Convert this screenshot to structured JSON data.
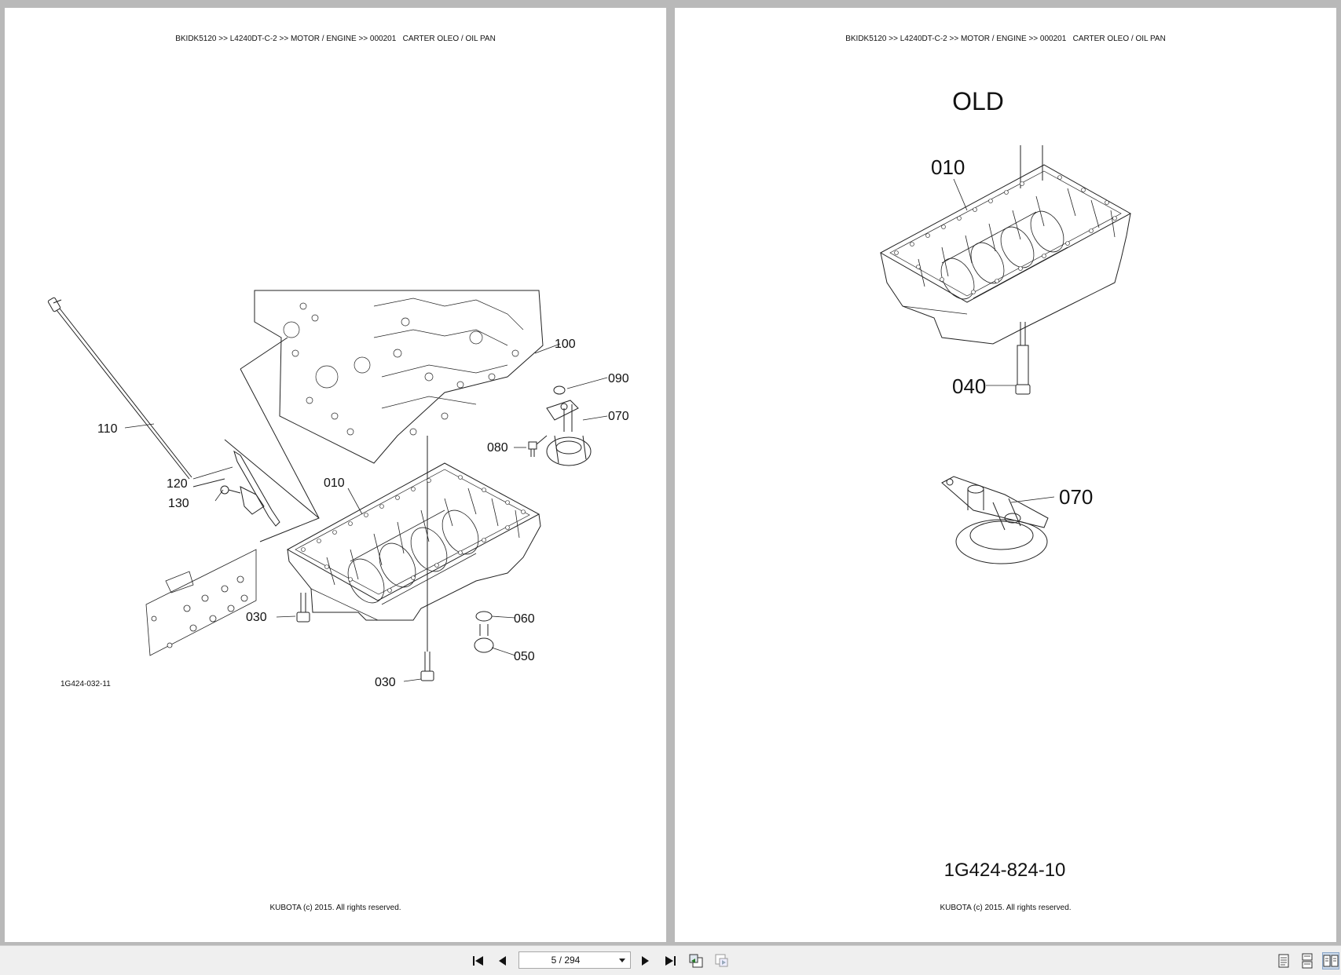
{
  "pages": [
    {
      "breadcrumb": "BKIDK5120 >> L4240DT-C-2 >> MOTOR / ENGINE >> 000201   CARTER OLEO / OIL PAN",
      "copyright": "KUBOTA (c) 2015. All rights reserved.",
      "diagram_id": "1G424-032-11",
      "callouts": [
        "100",
        "090",
        "070",
        "080",
        "110",
        "120",
        "130",
        "010",
        "030",
        "060",
        "050",
        "030"
      ]
    },
    {
      "breadcrumb": "BKIDK5120 >> L4240DT-C-2 >> MOTOR / ENGINE >> 000201   CARTER OLEO / OIL PAN",
      "copyright": "KUBOTA (c) 2015. All rights reserved.",
      "heading": "OLD",
      "diagram_id": "1G424-824-10",
      "callouts": [
        "010",
        "040",
        "070"
      ]
    }
  ],
  "toolbar": {
    "page_indicator": "5 / 294",
    "icons": {
      "first": "first-page-icon",
      "prev": "previous-page-icon",
      "next": "next-page-icon",
      "last": "last-page-icon",
      "back": "go-back-view-icon",
      "forward": "go-forward-view-icon",
      "single": "single-page-view-icon",
      "continuous": "continuous-view-icon",
      "facing": "facing-pages-view-icon"
    }
  }
}
